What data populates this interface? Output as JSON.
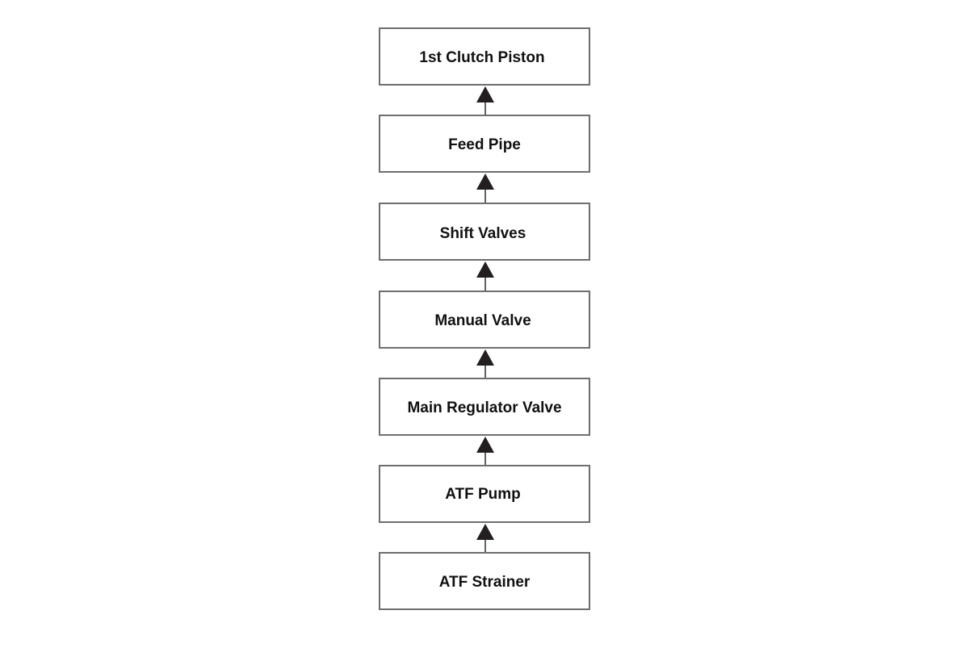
{
  "diagram": {
    "type": "vertical-flowchart",
    "flow_direction": "bottom-to-top",
    "colors": {
      "box_border": "#6e6e6e",
      "box_fill": "#ffffff",
      "text": "#111111",
      "arrow": "#231f20"
    },
    "nodes": [
      {
        "id": "n1",
        "label": "1st Clutch Piston"
      },
      {
        "id": "n2",
        "label": "Feed Pipe"
      },
      {
        "id": "n3",
        "label": "Shift Valves"
      },
      {
        "id": "n4",
        "label": "Manual Valve"
      },
      {
        "id": "n5",
        "label": "Main Regulator Valve"
      },
      {
        "id": "n6",
        "label": "ATF Pump"
      },
      {
        "id": "n7",
        "label": "ATF Strainer"
      }
    ],
    "edges": [
      {
        "from": "n7",
        "to": "n6"
      },
      {
        "from": "n6",
        "to": "n5"
      },
      {
        "from": "n5",
        "to": "n4"
      },
      {
        "from": "n4",
        "to": "n3"
      },
      {
        "from": "n3",
        "to": "n2"
      },
      {
        "from": "n2",
        "to": "n1"
      }
    ]
  }
}
